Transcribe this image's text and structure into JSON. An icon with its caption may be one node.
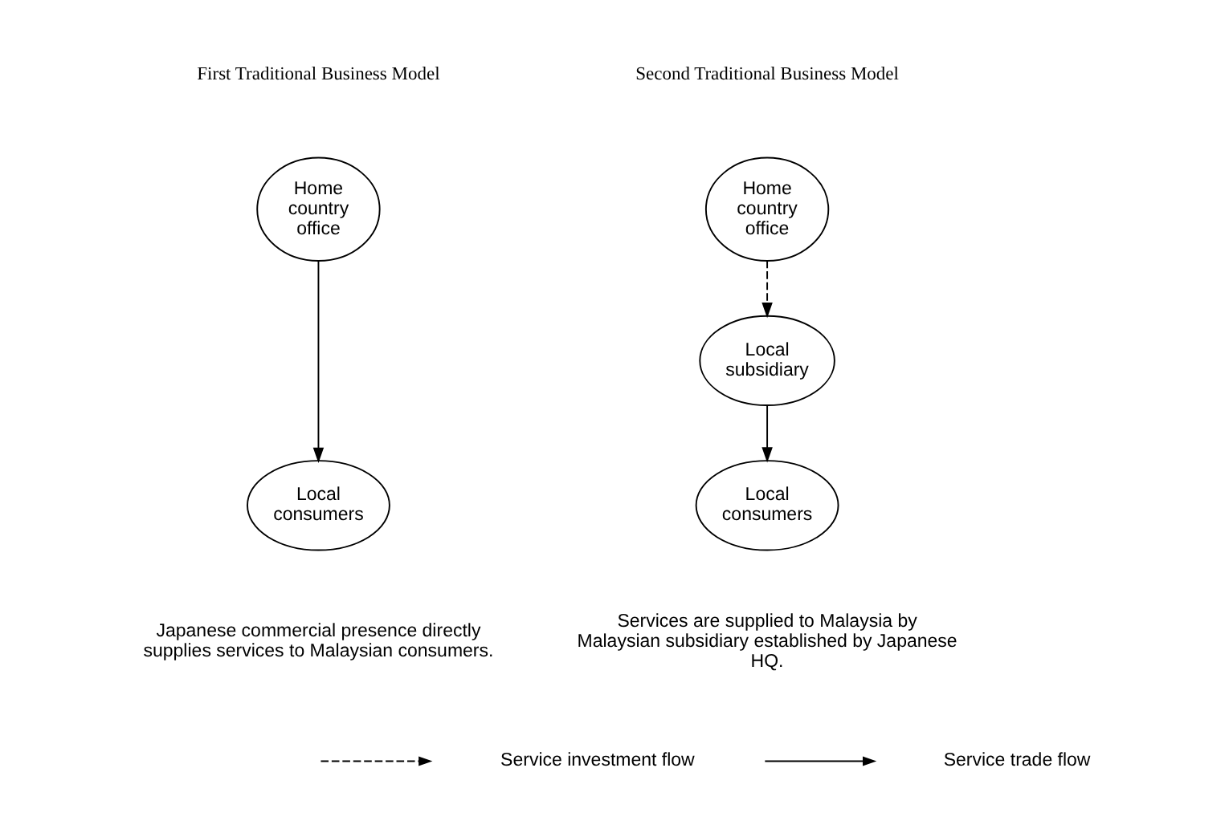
{
  "diagram": {
    "nodes": [
      {
        "text": [
          "Home country office"
        ]
      },
      {
        "text": [
          "Local consumers"
        ]
      },
      {
        "text": [
          "Home country office"
        ]
      },
      {
        "text": [
          "Local subsidiary"
        ]
      },
      {
        "text": [
          "Local consumers"
        ]
      }
    ],
    "edges": [
      {
        "from": 0,
        "to": 1,
        "arrow": "to"
      },
      {
        "from": 2,
        "to": 3,
        "arrow": "to",
        "style": "dashed"
      },
      {
        "from": 3,
        "to": 4,
        "arrow": "to"
      }
    ],
    "labels": [
      "First Traditional Business Model",
      "Second Traditional Business Model",
      "Japanese commercial presence directly supplies services to Malaysian consumers.",
      "Services are supplied to Malaysia by Malaysian subsidiary established by Japanese HQ."
    ],
    "legend": [
      {
        "text": "Service investment flow"
      },
      {
        "text": "Service trade flow"
      }
    ]
  }
}
